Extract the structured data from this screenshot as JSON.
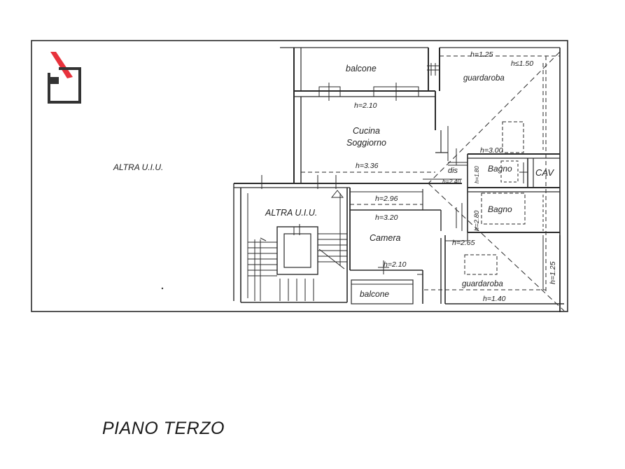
{
  "plan": {
    "floor_title": "PIANO TERZO",
    "rooms": {
      "balcone_top": "balcone",
      "guardaroba_top": "guardaroba",
      "cucina": "Cucina",
      "soggiorno": "Soggiorno",
      "altra_uiu_left": "ALTRA U.I.U.",
      "altra_uiu_stairs": "ALTRA U.I.U.",
      "dis": "dis",
      "bagno_1": "Bagno",
      "bagno_2": "Bagno",
      "cav": "CAV",
      "camera": "Camera",
      "guardaroba_bottom": "guardaroba",
      "balcone_bottom": "balcone"
    },
    "heights": {
      "h_125_top": "h=1.25",
      "h_150": "h≤1.50",
      "h_210_top": "h=2.10",
      "h_336": "h=3.36",
      "h_300": "h=3.00",
      "h_180": "h=1.80",
      "h_240": "h=2.40",
      "h_296": "h=2.96",
      "h_320": "h=3.20",
      "h_280": "h=2.80",
      "h_265": "h=2.65",
      "h_210_bottom": "h=2.10",
      "h_140": "h=1.40",
      "h_125_right": "h=1.25"
    },
    "colors": {
      "wall": "#2a2a2a",
      "logo_accent": "#e8323c",
      "logo_dark": "#333333"
    },
    "logo_icon": "company-logo"
  }
}
